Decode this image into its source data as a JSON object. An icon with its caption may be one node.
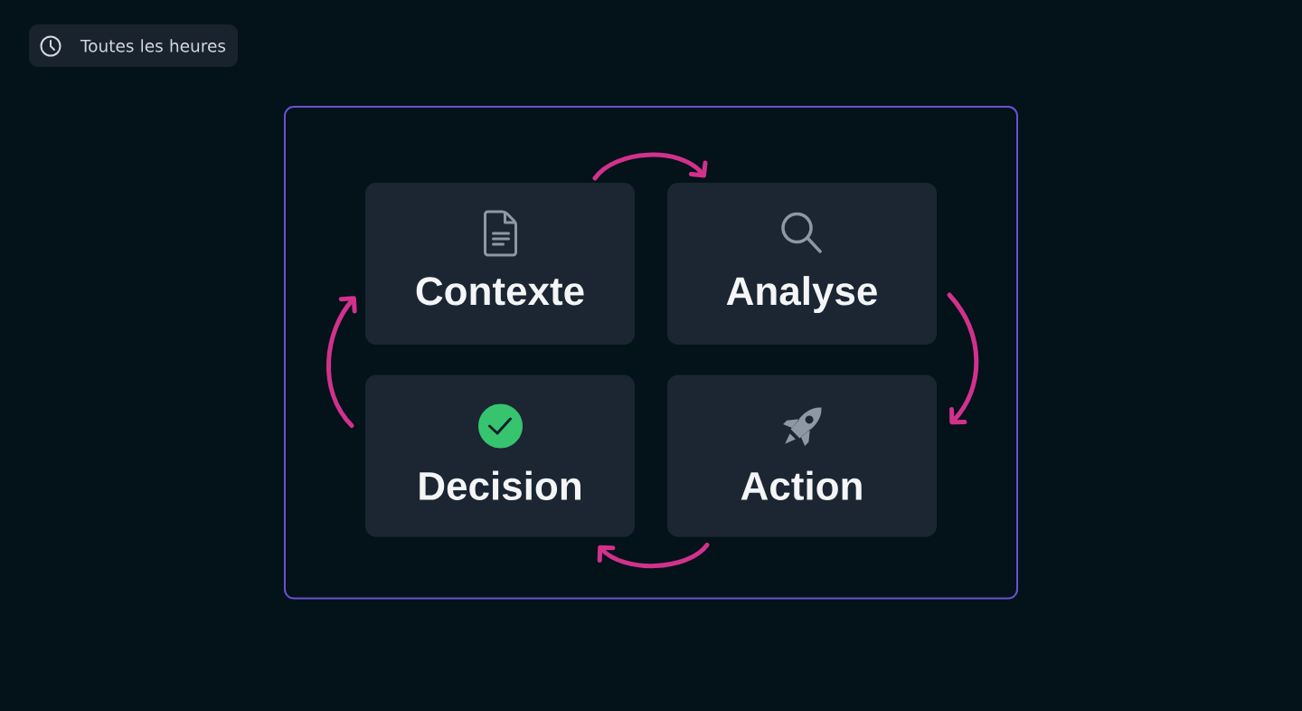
{
  "diagram": {
    "nodes": [
      {
        "text": [
          "Toutes les heures"
        ]
      },
      {
        "text": [],
        "shape": "box"
      },
      {
        "text": [
          "Contexte"
        ],
        "in": 1
      },
      {
        "text": [
          "Analyse"
        ],
        "in": 1
      },
      {
        "text": [
          "Decision"
        ],
        "in": 1
      },
      {
        "text": [
          "Action"
        ],
        "in": 1
      }
    ],
    "edges": [
      {
        "from": 2,
        "to": 3,
        "arrow": "to"
      },
      {
        "from": 3,
        "to": 5,
        "arrow": "to"
      },
      {
        "from": 5,
        "to": 4,
        "arrow": "to"
      },
      {
        "from": 4,
        "to": 2,
        "arrow": "to"
      }
    ]
  }
}
